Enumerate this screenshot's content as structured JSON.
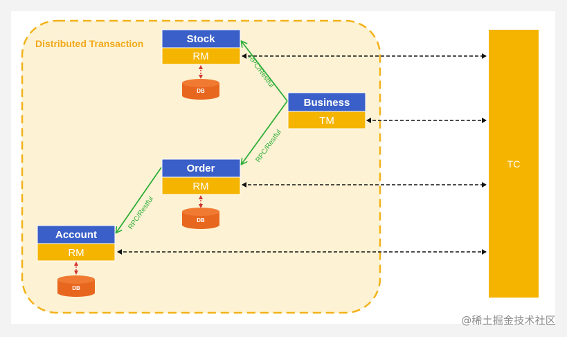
{
  "group": {
    "label": "Distributed Transaction"
  },
  "services": {
    "stock": {
      "name": "Stock",
      "role": "RM",
      "db": "DB"
    },
    "business": {
      "name": "Business",
      "role": "TM"
    },
    "order": {
      "name": "Order",
      "role": "RM",
      "db": "DB"
    },
    "account": {
      "name": "Account",
      "role": "RM",
      "db": "DB"
    }
  },
  "coordinator": {
    "label": "TC"
  },
  "links": {
    "business_stock": "RPC/Restful",
    "business_order": "RPC/Restful",
    "order_account": "RPC/Restful"
  },
  "watermark": "@稀土掘金技术社区",
  "colors": {
    "header_blue": "#3a5fc8",
    "role_yellow": "#f4b400",
    "db_orange": "#e8671f",
    "group_fill": "#fdf2d3",
    "group_border": "#f2b21a",
    "rpc_green": "#2eae3a",
    "tc_fill": "#f4b400"
  }
}
